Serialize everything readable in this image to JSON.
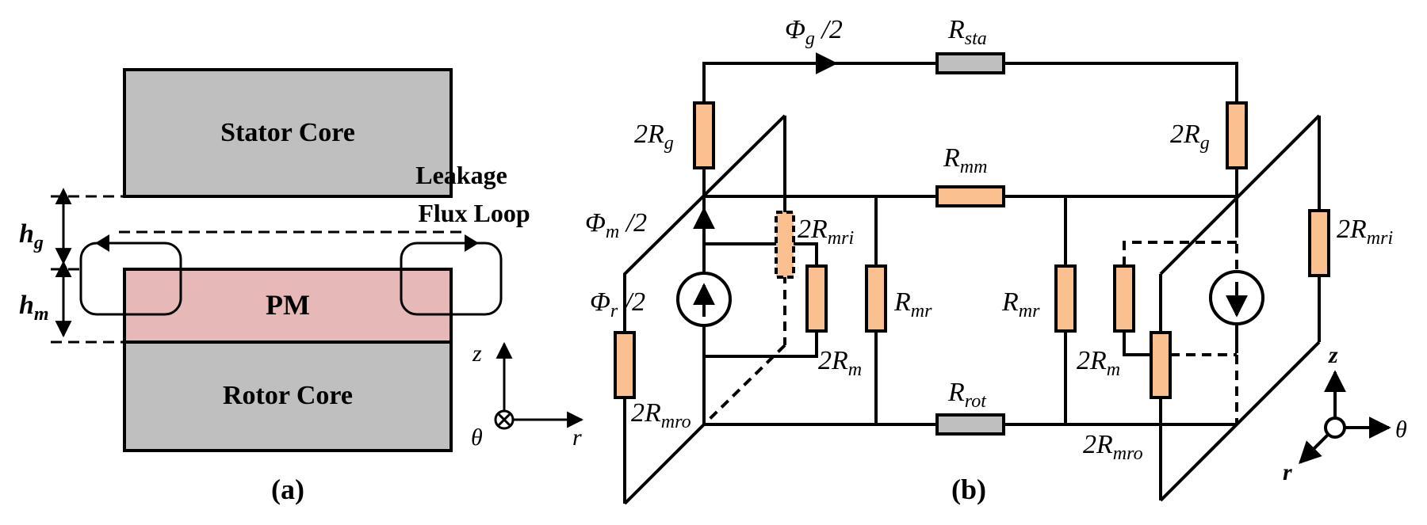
{
  "panel_a": {
    "stator_label": "Stator Core",
    "pm_label": "PM",
    "rotor_label": "Rotor Core",
    "leakage_line1": "Leakage",
    "leakage_line2": "Flux Loop",
    "hg_main": "h",
    "hg_sub": "g",
    "hm_main": "h",
    "hm_sub": "m",
    "axis_z": "z",
    "axis_r": "r",
    "axis_theta": "θ",
    "caption": "(a)",
    "colors": {
      "core": "#bfbfbf",
      "pm": "#e6b8b7"
    }
  },
  "panel_b": {
    "phi_g": {
      "main": "Φ",
      "sub": "g",
      "tail": " /2"
    },
    "phi_m": {
      "main": "Φ",
      "sub": "m",
      "tail": " /2"
    },
    "phi_r": {
      "main": "Φ",
      "sub": "r",
      "tail": " /2"
    },
    "r_sta": {
      "main": "R",
      "sub": "sta"
    },
    "r_mm": {
      "main": "R",
      "sub": "mm"
    },
    "r_rot": {
      "main": "R",
      "sub": "rot"
    },
    "r_g_left": {
      "main": "2R",
      "sub": "g"
    },
    "r_g_right": {
      "main": "2R",
      "sub": "g"
    },
    "r_mri_left": {
      "main": "2R",
      "sub": "mri"
    },
    "r_mri_right": {
      "main": "2R",
      "sub": "mri"
    },
    "r_mr_left": {
      "main": "R",
      "sub": "mr"
    },
    "r_mr_right": {
      "main": "R",
      "sub": "mr"
    },
    "r_m_left": {
      "main": "2R",
      "sub": "m"
    },
    "r_m_right": {
      "main": "2R",
      "sub": "m"
    },
    "r_mro_left": {
      "main": "2R",
      "sub": "mro"
    },
    "r_mro_right": {
      "main": "2R",
      "sub": "mro"
    },
    "axis_z": "z",
    "axis_r": "r",
    "axis_theta": "θ",
    "caption": "(b)",
    "colors": {
      "resistor_pm": "#fac090",
      "resistor_core": "#bfbfbf"
    }
  }
}
